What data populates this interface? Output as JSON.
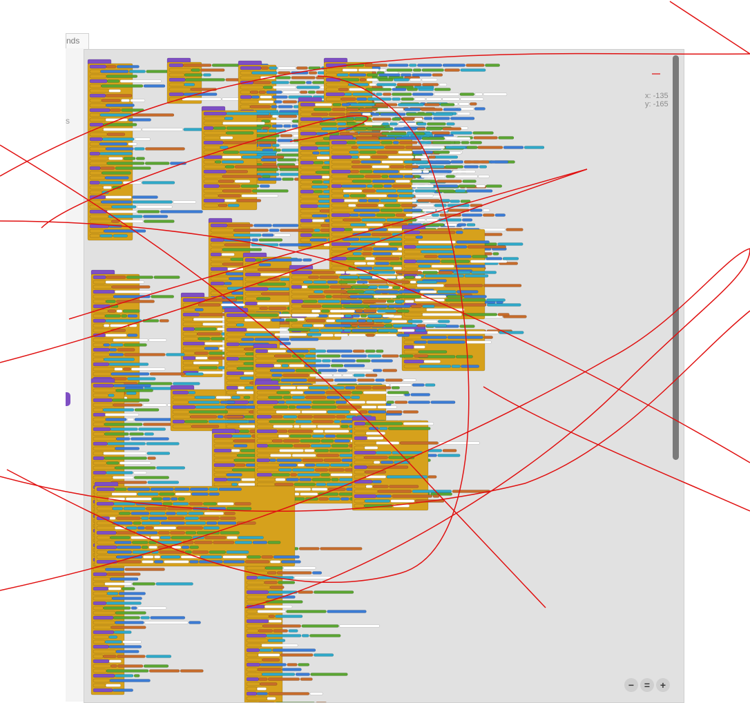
{
  "tab": {
    "label": "nds"
  },
  "left_panel": {
    "label": "s"
  },
  "workspace": {
    "coords": {
      "x_label": "x:",
      "x_value": "-135",
      "y_label": "y:",
      "y_value": "-165"
    },
    "zoom": {
      "zoom_out_icon": "zoom-out-icon",
      "reset_icon": "zoom-reset-icon",
      "zoom_in_icon": "zoom-in-icon"
    }
  },
  "colors": {
    "event": "#7e4fc3",
    "control": "#d6a11c",
    "math": "#5aa532",
    "text": "#c66b2a",
    "logic": "#3b7bd4",
    "variable": "#e9652a",
    "string": "#2fa8c8",
    "pen": "#e01010"
  }
}
